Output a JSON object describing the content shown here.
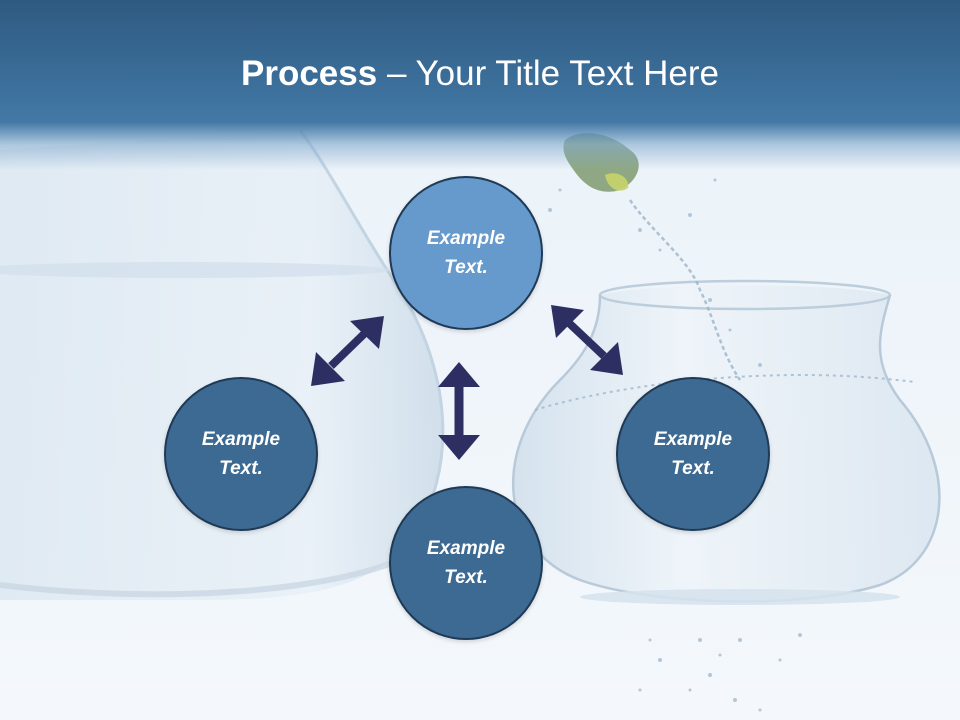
{
  "slide": {
    "title_strong": "Process",
    "title_rest": " – Your Title Text Here"
  },
  "nodes": {
    "top": {
      "line1": "Example",
      "line2": "Text."
    },
    "left": {
      "line1": "Example",
      "line2": "Text."
    },
    "right": {
      "line1": "Example",
      "line2": "Text."
    },
    "bottom": {
      "line1": "Example",
      "line2": "Text."
    }
  },
  "colors": {
    "header": "#3a6d98",
    "node_top": "#6699cc",
    "node_dark": "#3d6a92",
    "node_border": "#1f3a56",
    "arrow": "#2d2f63"
  },
  "background_image": "two glass fishbowls with a fish leaping between them"
}
